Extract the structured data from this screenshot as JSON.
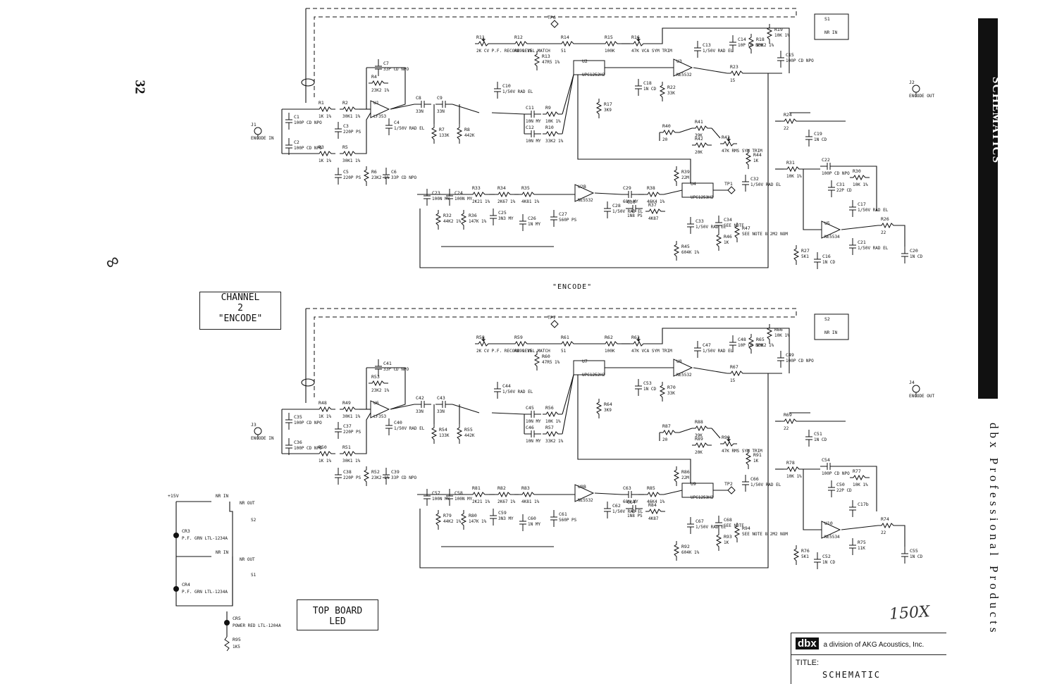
{
  "page_number": "32",
  "side_title": "SCHEMATICS",
  "side_brand": "dbx Professional Products",
  "channel_label": [
    "CHANNEL",
    "2",
    "\"ENCODE\""
  ],
  "encode_header": "\"ENCODE\"",
  "led_label": [
    "TOP BOARD",
    "LED"
  ],
  "handwritten_note": "150X",
  "title_block": {
    "logo": "dbx",
    "division": "a division of AKG Acoustics, Inc.",
    "title_label": "TITLE:",
    "title_value": "SCHEMATIC"
  },
  "colors": {
    "ink": "#111111",
    "paper": "#ffffff"
  },
  "channel1": {
    "parts": [
      {
        "ref": "C7",
        "val": "33P CD NPO"
      },
      {
        "ref": "R4",
        "val": "23K2 1%"
      },
      {
        "ref": "U1",
        "val": "LF353"
      },
      {
        "ref": "R1",
        "val": "1K 1%"
      },
      {
        "ref": "R2",
        "val": "30K1 1%"
      },
      {
        "ref": "R3",
        "val": "1K 1%"
      },
      {
        "ref": "R5",
        "val": "30K1 1%"
      },
      {
        "ref": "C1",
        "val": "100P CD NPO"
      },
      {
        "ref": "C2",
        "val": "100P CD NPO"
      },
      {
        "ref": "C3",
        "val": "220P PS"
      },
      {
        "ref": "C5",
        "val": "220P PS"
      },
      {
        "ref": "C6",
        "val": "33P CD NPO"
      },
      {
        "ref": "R6",
        "val": "23K2 1%"
      },
      {
        "ref": "C4",
        "val": "1/50V RAD EL"
      },
      {
        "ref": "C8",
        "val": "33N"
      },
      {
        "ref": "C9",
        "val": "33N"
      },
      {
        "ref": "R7",
        "val": "133K"
      },
      {
        "ref": "R8",
        "val": "442K"
      },
      {
        "ref": "C10",
        "val": "1/50V RAD EL"
      },
      {
        "ref": "R11",
        "val": "2K CV P.F. RECORD LEVEL MATCH"
      },
      {
        "ref": "R12",
        "val": "4K99 1%"
      },
      {
        "ref": "R13",
        "val": "47R5 1%"
      },
      {
        "ref": "R14",
        "val": "51"
      },
      {
        "ref": "TP6",
        "val": ""
      },
      {
        "ref": "U2",
        "val": "UPC1252H2"
      },
      {
        "ref": "R15",
        "val": "100K"
      },
      {
        "ref": "R16",
        "val": "47K VCA SYM TRIM"
      },
      {
        "ref": "R17",
        "val": "3K9"
      },
      {
        "ref": "C11",
        "val": "10N MY"
      },
      {
        "ref": "C12",
        "val": "10N MY"
      },
      {
        "ref": "R9",
        "val": "10K 1%"
      },
      {
        "ref": "R10",
        "val": "33K2 1%"
      },
      {
        "ref": "C13",
        "val": "1/50V RAD EL"
      },
      {
        "ref": "U3",
        "val": "NE5532"
      },
      {
        "ref": "C14",
        "val": "10P CD NPO"
      },
      {
        "ref": "R18",
        "val": "33K2 1%"
      },
      {
        "ref": "R19",
        "val": "10K 1%"
      },
      {
        "ref": "C15",
        "val": "100P CD NPO"
      },
      {
        "ref": "R23",
        "val": "15"
      },
      {
        "ref": "C18",
        "val": "1N CD"
      },
      {
        "ref": "R22",
        "val": "33K"
      },
      {
        "ref": "R24",
        "val": "22"
      },
      {
        "ref": "C19",
        "val": "1N CD"
      },
      {
        "ref": "R40",
        "val": "20"
      },
      {
        "ref": "R41",
        "val": "39K"
      },
      {
        "ref": "R42",
        "val": "20K"
      },
      {
        "ref": "R43",
        "val": "47K RMS SYM TRIM"
      },
      {
        "ref": "R44",
        "val": "1K"
      },
      {
        "ref": "R39",
        "val": "22M"
      },
      {
        "ref": "U4",
        "val": "UPC1253H2"
      },
      {
        "ref": "TP1",
        "val": ""
      },
      {
        "ref": "C32",
        "val": "1/50V RAD EL"
      },
      {
        "ref": "C23",
        "val": "100N MY"
      },
      {
        "ref": "C24",
        "val": "100N MY"
      },
      {
        "ref": "R33",
        "val": "2K21 1%"
      },
      {
        "ref": "R34",
        "val": "2K67 1%"
      },
      {
        "ref": "R35",
        "val": "4K81 1%"
      },
      {
        "ref": "U2B",
        "val": "NE5532"
      },
      {
        "ref": "C29",
        "val": "68N MY"
      },
      {
        "ref": "R38",
        "val": "46K4 1%"
      },
      {
        "ref": "R32",
        "val": "44K2 1%"
      },
      {
        "ref": "R36",
        "val": "147K 1%"
      },
      {
        "ref": "C25",
        "val": "3N3 MY"
      },
      {
        "ref": "C26",
        "val": "1N MY"
      },
      {
        "ref": "C27",
        "val": "560P PS"
      },
      {
        "ref": "C28",
        "val": "1/50V RAD EL"
      },
      {
        "ref": "C30",
        "val": "1N8 PS"
      },
      {
        "ref": "R37",
        "val": "4K87"
      },
      {
        "ref": "C33",
        "val": "1/50V RAD EL"
      },
      {
        "ref": "C34",
        "val": "SEE NOTE"
      },
      {
        "ref": "R45",
        "val": "604K 1%"
      },
      {
        "ref": "R46",
        "val": "1K"
      },
      {
        "ref": "R47",
        "val": "SEE NOTE 8 2M2 NOM"
      },
      {
        "ref": "R31",
        "val": "10K 1%"
      },
      {
        "ref": "C22",
        "val": "100P CD NPO"
      },
      {
        "ref": "R30",
        "val": "10K 1%"
      },
      {
        "ref": "C31",
        "val": "22P CD"
      },
      {
        "ref": "C17",
        "val": "1/50V RAD EL"
      },
      {
        "ref": "U5",
        "val": "NE5534"
      },
      {
        "ref": "R26",
        "val": "22"
      },
      {
        "ref": "R27",
        "val": "5K1"
      },
      {
        "ref": "C16",
        "val": "1N CD"
      },
      {
        "ref": "C21",
        "val": "1/50V RAD EL"
      },
      {
        "ref": "C20",
        "val": "1N CD"
      },
      {
        "ref": "J1",
        "val": "ENCODE IN"
      },
      {
        "ref": "J2",
        "val": "ENCODE OUT"
      },
      {
        "ref": "S1",
        "val": "NR IN"
      }
    ]
  },
  "channel2": {
    "parts": [
      {
        "ref": "C41",
        "val": "33P CD NPO"
      },
      {
        "ref": "R53",
        "val": "23K2 1%"
      },
      {
        "ref": "U6",
        "val": "LF353"
      },
      {
        "ref": "R48",
        "val": "1K 1%"
      },
      {
        "ref": "R49",
        "val": "30K1 1%"
      },
      {
        "ref": "R50",
        "val": "1K 1%"
      },
      {
        "ref": "R51",
        "val": "30K1 1%"
      },
      {
        "ref": "C35",
        "val": "100P CD NPO"
      },
      {
        "ref": "C36",
        "val": "100P CD NPO"
      },
      {
        "ref": "C37",
        "val": "220P PS"
      },
      {
        "ref": "C38",
        "val": "220P PS"
      },
      {
        "ref": "C39",
        "val": "33P CD NPO"
      },
      {
        "ref": "R52",
        "val": "23K2 1%"
      },
      {
        "ref": "C40",
        "val": "1/50V RAD EL"
      },
      {
        "ref": "C42",
        "val": "33N"
      },
      {
        "ref": "C43",
        "val": "33N"
      },
      {
        "ref": "R54",
        "val": "133K"
      },
      {
        "ref": "R55",
        "val": "442K"
      },
      {
        "ref": "C44",
        "val": "1/50V RAD EL"
      },
      {
        "ref": "R58",
        "val": "2K CV P.F. RECORD LEVEL MATCH"
      },
      {
        "ref": "R59",
        "val": "4K99 1%"
      },
      {
        "ref": "R60",
        "val": "47R5 1%"
      },
      {
        "ref": "R61",
        "val": "51"
      },
      {
        "ref": "TP7",
        "val": ""
      },
      {
        "ref": "U7",
        "val": "UPC1252H2"
      },
      {
        "ref": "R62",
        "val": "100K"
      },
      {
        "ref": "R63",
        "val": "47K VCA SYM TRIM"
      },
      {
        "ref": "R64",
        "val": "3K9"
      },
      {
        "ref": "C45",
        "val": "10N MY"
      },
      {
        "ref": "C46",
        "val": "10N MY"
      },
      {
        "ref": "R56",
        "val": "10K 1%"
      },
      {
        "ref": "R57",
        "val": "33K2 1%"
      },
      {
        "ref": "C47",
        "val": "1/50V RAD EL"
      },
      {
        "ref": "U8",
        "val": "NE5532"
      },
      {
        "ref": "C48",
        "val": "10P CD NPO"
      },
      {
        "ref": "R65",
        "val": "33K2 1%"
      },
      {
        "ref": "R66",
        "val": "10K 1%"
      },
      {
        "ref": "C49",
        "val": "100P CD NPO"
      },
      {
        "ref": "R67",
        "val": "15"
      },
      {
        "ref": "C53",
        "val": "1N CD"
      },
      {
        "ref": "R70",
        "val": "33K"
      },
      {
        "ref": "R69",
        "val": "22"
      },
      {
        "ref": "C51",
        "val": "1N CD"
      },
      {
        "ref": "R87",
        "val": "20"
      },
      {
        "ref": "R88",
        "val": "39K"
      },
      {
        "ref": "R89",
        "val": "20K"
      },
      {
        "ref": "R90",
        "val": "47K RMS SYM TRIM"
      },
      {
        "ref": "R91",
        "val": "1K"
      },
      {
        "ref": "R86",
        "val": "22M"
      },
      {
        "ref": "U9",
        "val": "UPC1253H2"
      },
      {
        "ref": "TP2",
        "val": ""
      },
      {
        "ref": "C66",
        "val": "1/50V RAD EL"
      },
      {
        "ref": "C57",
        "val": "100N MY"
      },
      {
        "ref": "C58",
        "val": "100N MY"
      },
      {
        "ref": "R81",
        "val": "2K21 1%"
      },
      {
        "ref": "R82",
        "val": "2K67 1%"
      },
      {
        "ref": "R83",
        "val": "4K81 1%"
      },
      {
        "ref": "U8B",
        "val": "NE5532"
      },
      {
        "ref": "C63",
        "val": "68N MY"
      },
      {
        "ref": "R85",
        "val": "46K4 1%"
      },
      {
        "ref": "R79",
        "val": "44K2 1%"
      },
      {
        "ref": "R80",
        "val": "147K 1%"
      },
      {
        "ref": "C59",
        "val": "3N3 MY"
      },
      {
        "ref": "C60",
        "val": "1N MY"
      },
      {
        "ref": "C61",
        "val": "560P PS"
      },
      {
        "ref": "C62",
        "val": "1/50V RAD EL"
      },
      {
        "ref": "C64",
        "val": "1N8 PS"
      },
      {
        "ref": "R84",
        "val": "4K87"
      },
      {
        "ref": "C67",
        "val": "1/50V RAD EL"
      },
      {
        "ref": "C68",
        "val": "SEE NOTE"
      },
      {
        "ref": "R92",
        "val": "604K 1%"
      },
      {
        "ref": "R93",
        "val": "1K"
      },
      {
        "ref": "R94",
        "val": "SEE NOTE 8 2M2 NOM"
      },
      {
        "ref": "R78",
        "val": "10K 1%"
      },
      {
        "ref": "C54",
        "val": "100P CD NPO"
      },
      {
        "ref": "R77",
        "val": "10K 1%"
      },
      {
        "ref": "C50",
        "val": "22P CD"
      },
      {
        "ref": "U10",
        "val": "NE5534"
      },
      {
        "ref": "R74",
        "val": "22"
      },
      {
        "ref": "R76",
        "val": "5K1"
      },
      {
        "ref": "C52",
        "val": "1N CD"
      },
      {
        "ref": "C55",
        "val": "1N CD"
      },
      {
        "ref": "R75",
        "val": "11K"
      },
      {
        "ref": "J3",
        "val": "ENCODE IN"
      },
      {
        "ref": "J4",
        "val": "ENCODE OUT"
      },
      {
        "ref": "S2",
        "val": "NR IN"
      }
    ]
  },
  "led_board": {
    "parts": [
      {
        "ref": "CR3",
        "val": "P.F. GRN LTL-1234A"
      },
      {
        "ref": "CR4",
        "val": "P.F. GRN LTL-1234A"
      },
      {
        "ref": "CR5",
        "val": "POWER RED LTL-1204A"
      },
      {
        "ref": "R95",
        "val": "1K5"
      }
    ],
    "supply": "+15V",
    "switch_labels": [
      "NR IN",
      "NR OUT",
      "S2",
      "S1"
    ]
  }
}
